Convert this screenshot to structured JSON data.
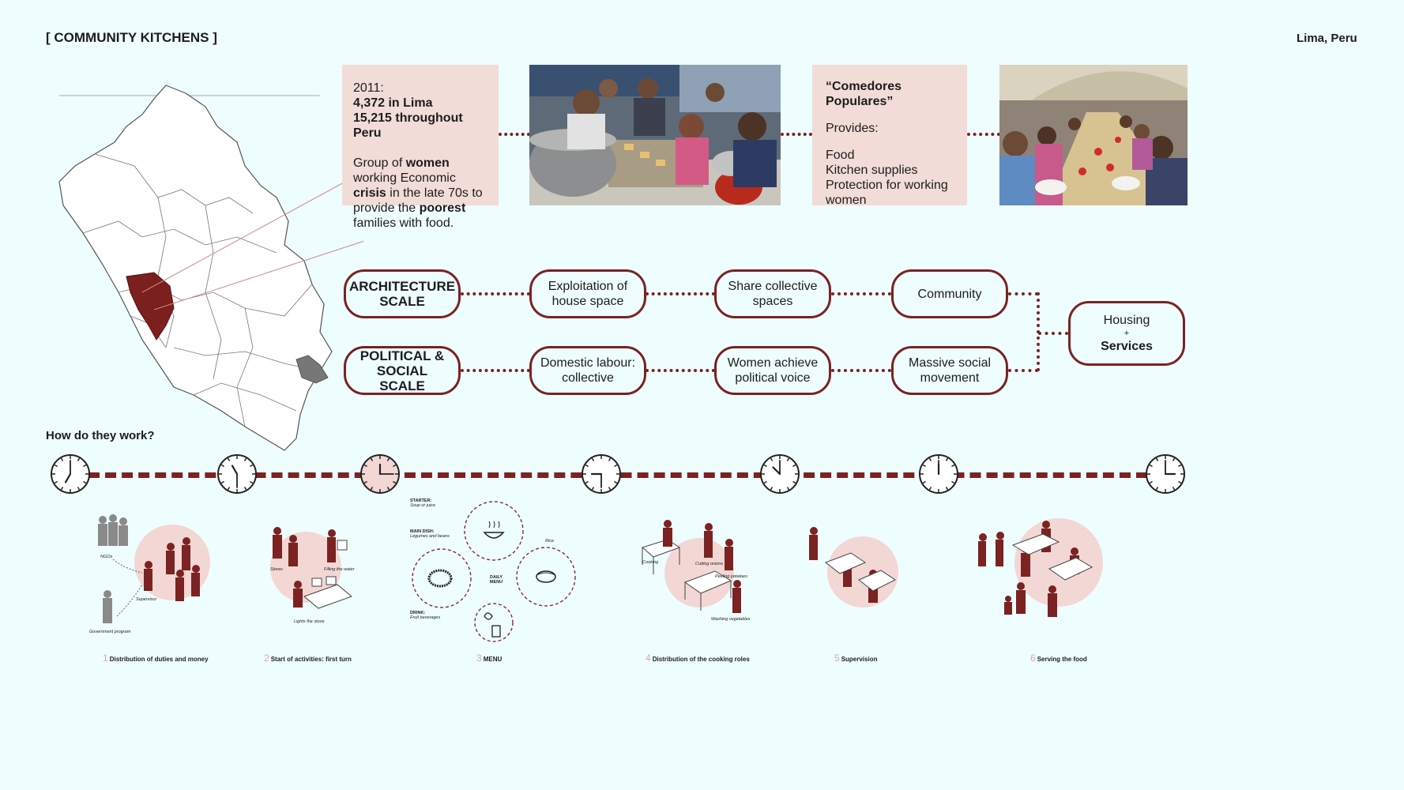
{
  "header": {
    "title": "[ COMMUNITY KITCHENS ]",
    "location": "Lima, Peru"
  },
  "info_box_1": {
    "year": "2011:",
    "lima": "4,372 in Lima",
    "peru": "15,215 throughout Peru",
    "desc_parts": [
      "Group of ",
      "women",
      " working Economic ",
      "crisis",
      " in the late 70s to provide the ",
      "poorest",
      " families with food."
    ]
  },
  "info_box_2": {
    "title": "“Comedores Populares”",
    "provides": "Provides:",
    "items": [
      "Food",
      "Kitchen supplies",
      "Protection for working women"
    ]
  },
  "flow": {
    "row1": [
      "ARCHITECTURE SCALE",
      "Exploitation of house space",
      "Share collective spaces",
      "Community"
    ],
    "row2": [
      "POLITICAL & SOCIAL SCALE",
      "Domestic labour: collective",
      "Women achieve political voice",
      "Massive social movement"
    ],
    "result_top": "Housing",
    "result_plus": "+",
    "result_bottom": "Services"
  },
  "how": {
    "title": "How do they work?"
  },
  "steps": [
    {
      "num": "1",
      "label": "Distribution of duties and money"
    },
    {
      "num": "2",
      "label": "Start of activities: first turn"
    },
    {
      "num": "3",
      "label": "MENU"
    },
    {
      "num": "4",
      "label": "Distribution of the cooking roles"
    },
    {
      "num": "5",
      "label": "Supervision"
    },
    {
      "num": "6",
      "label": "Serving the food"
    }
  ],
  "tiny_labels": {
    "ngos": "NGOs",
    "supervisor": "Supervisor",
    "government": "Government program",
    "stores": "Stores",
    "filling": "Filling the water",
    "lights": "Lights the stove",
    "starter": "STARTER:",
    "starter_val": "Soup or juice",
    "main": "MAIN DISH:",
    "main_val": "Legumes and beans",
    "rice": "Rice",
    "daily_menu": "DAILY MENU",
    "drink": "DRINK:",
    "drink_val": "Fruit beverages",
    "cooking": "Cooking",
    "cutting": "Cutting onions",
    "peeling": "Peeling potatoes",
    "washing": "Washing vegetables"
  },
  "clocks": [
    {
      "hour_deg": 210,
      "minute_deg": 0
    },
    {
      "hour_deg": 330,
      "minute_deg": 180
    },
    {
      "hour_deg": 0,
      "minute_deg": 90
    },
    {
      "hour_deg": 270,
      "minute_deg": 180
    },
    {
      "hour_deg": 315,
      "minute_deg": 0
    },
    {
      "hour_deg": 0,
      "minute_deg": 0
    },
    {
      "hour_deg": 90,
      "minute_deg": 0
    }
  ],
  "colors": {
    "accent": "#7b2222",
    "pink": "#f1dcd7",
    "background": "#eefdfd",
    "circle": "#f2d7d4"
  }
}
